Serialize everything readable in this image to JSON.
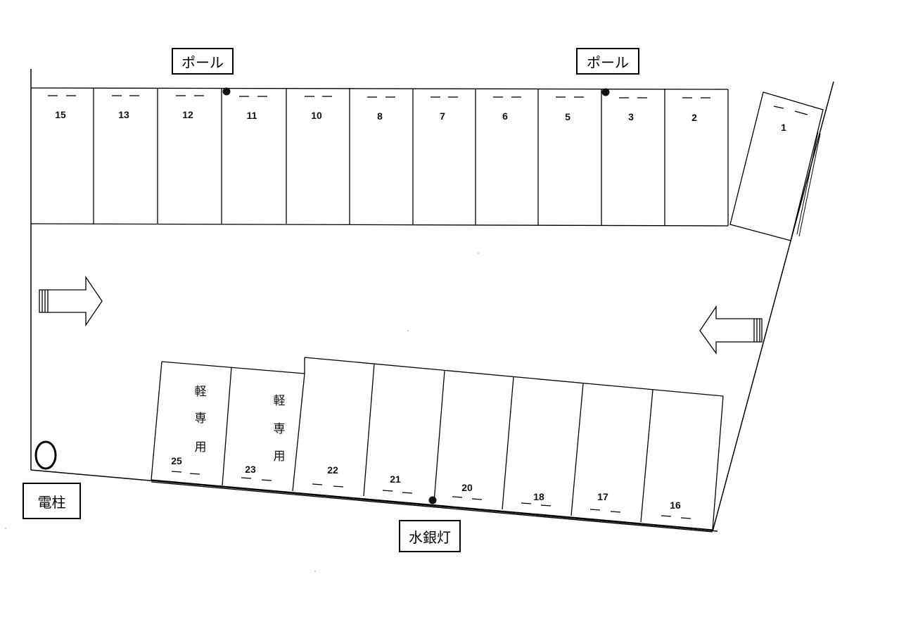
{
  "labels": {
    "pole_left": "ポール",
    "pole_right": "ポール",
    "utility_pole": "電柱",
    "mercury_lamp": "水銀灯"
  },
  "top_row_spaces": [
    "15",
    "13",
    "12",
    "11",
    "10",
    "8",
    "7",
    "6",
    "5",
    "3",
    "2"
  ],
  "side_space": "1",
  "bottom_row_spaces": [
    "25",
    "23",
    "22",
    "21",
    "20",
    "18",
    "17",
    "16"
  ],
  "kei_only_text": [
    "軽",
    "専",
    "用"
  ],
  "kei_only_spaces": [
    "25",
    "23"
  ],
  "colors": {
    "line": "#000000",
    "background": "#ffffff"
  }
}
